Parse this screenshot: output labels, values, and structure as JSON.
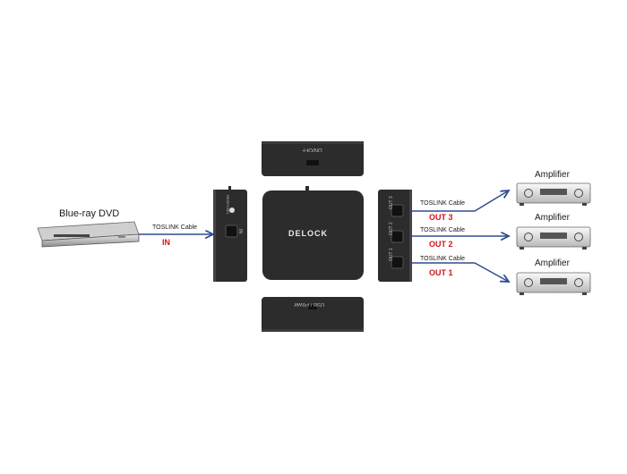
{
  "source": {
    "label": "Blue-ray DVD"
  },
  "input": {
    "cable_label": "TOSLINK Cable",
    "port_label": "IN"
  },
  "switch": {
    "brand": "DELOCK",
    "top_panel_label": "ON/OFF",
    "bottom_panel_label": "USB / Power",
    "left_panel_label": "IN",
    "left_panel_small_label": "RESET/SEL",
    "right_ports": [
      "OUT 3",
      "OUT 2",
      "OUT 1"
    ]
  },
  "outputs": [
    {
      "cable_label": "TOSLINK Cable",
      "port_label": "OUT 3",
      "device_label": "Amplifier"
    },
    {
      "cable_label": "TOSLINK Cable",
      "port_label": "OUT 2",
      "device_label": "Amplifier"
    },
    {
      "cable_label": "TOSLINK Cable",
      "port_label": "OUT 1",
      "device_label": "Amplifier"
    }
  ],
  "colors": {
    "line": "#2e4e8f",
    "accent": "#d0151b",
    "device": "#2c2c2c"
  }
}
